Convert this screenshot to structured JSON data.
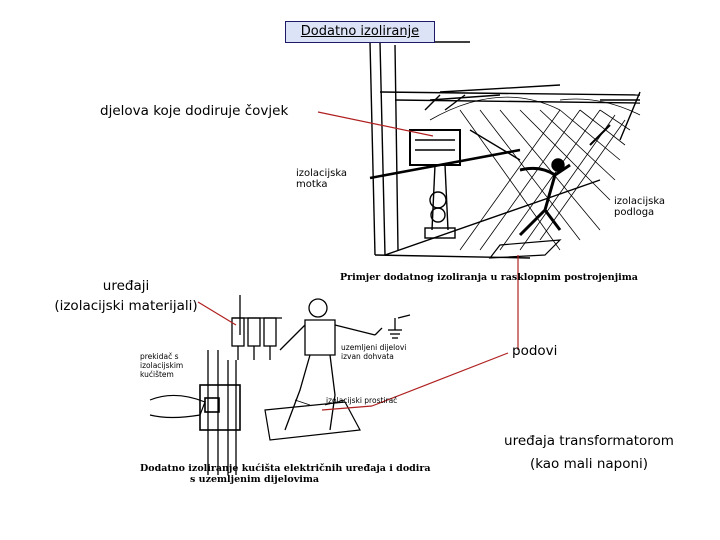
{
  "title": "Dodatno izoliranje",
  "labels": {
    "touch_parts": "djelova koje dodiruje čovjek",
    "devices_line1": "uređaji",
    "devices_line2": "(izolacijski materijali)",
    "floors": "podovi",
    "transformer_line1": "uređaja transformatorom",
    "transformer_line2": "(kao mali naponi)"
  },
  "top_figure": {
    "rod_line1": "izolacijska",
    "rod_line2": "motka",
    "mat_line1": "izolacijska",
    "mat_line2": "podloga",
    "caption": "Primjer dodatnog izoliranja u rasklopnim postrojenjima"
  },
  "bottom_figure": {
    "switch_line1": "prekidač s",
    "switch_line2": "izolacijskim",
    "switch_line3": "kućištem",
    "grounded_line1": "uzemljeni dijelovi",
    "grounded_line2": "izvan dohvata",
    "floor_mat": "izolacijski prostirač",
    "caption_line1": "Dodatno izoliranje kućišta električnih uređaja i dodira",
    "caption_line2": "s uzemljenim dijelovima"
  },
  "colors": {
    "pointer_line": "#b02020",
    "title_fill": "#dde3f7",
    "title_border": "#1a1a66"
  }
}
